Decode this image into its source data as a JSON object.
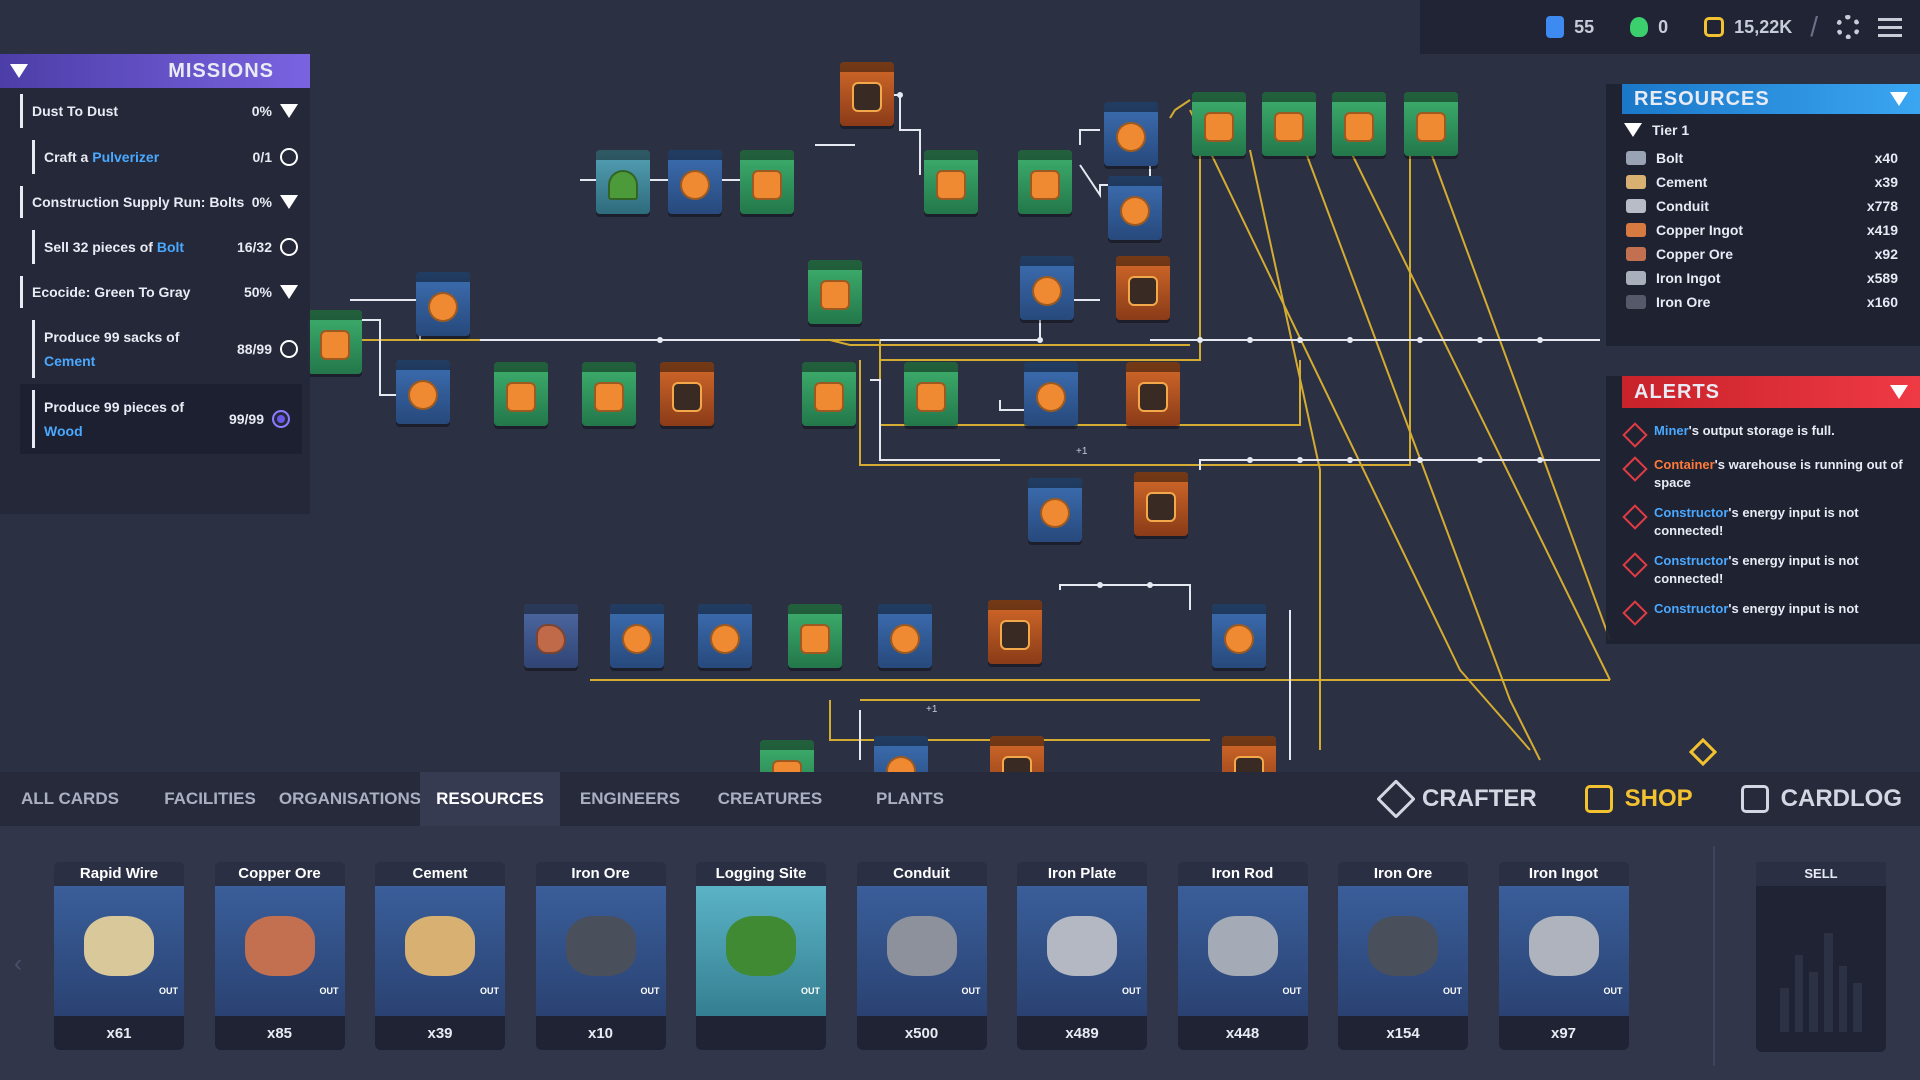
{
  "topbar": {
    "chips": "55",
    "engineers": "0",
    "coins": "15,22K",
    "icons": [
      "chip-icon",
      "person-icon",
      "coin-icon",
      "gear-icon",
      "menu-icon"
    ]
  },
  "missions": {
    "title": "MISSIONS",
    "items": [
      {
        "label": "Dust To Dust",
        "value": "0%",
        "type": "group"
      },
      {
        "label_pre": "Craft a ",
        "label_hl": "Pulverizer",
        "value": "0/1",
        "type": "task"
      },
      {
        "label": "Construction Supply Run: Bolts",
        "value": "0%",
        "type": "group"
      },
      {
        "label_pre": "Sell 32 pieces of ",
        "label_hl": "Bolt",
        "value": "16/32",
        "type": "task"
      },
      {
        "label": "Ecocide: Green To Gray",
        "value": "50%",
        "type": "group"
      },
      {
        "label_pre": "Produce 99 sacks of ",
        "label_hl": "Cement",
        "value": "88/99",
        "type": "task"
      },
      {
        "label_pre": "Produce 99 pieces of ",
        "label_hl": "Wood",
        "value": "99/99",
        "type": "task-done"
      }
    ]
  },
  "resources": {
    "title": "RESOURCES",
    "tier": "Tier 1",
    "items": [
      {
        "name": "Bolt",
        "count": "x40",
        "color": "#9aa3b3"
      },
      {
        "name": "Cement",
        "count": "x39",
        "color": "#d8b071"
      },
      {
        "name": "Conduit",
        "count": "x778",
        "color": "#b8bcc6"
      },
      {
        "name": "Copper Ingot",
        "count": "x419",
        "color": "#d67a42"
      },
      {
        "name": "Copper Ore",
        "count": "x92",
        "color": "#c2704f"
      },
      {
        "name": "Iron Ingot",
        "count": "x589",
        "color": "#a9b0bc"
      },
      {
        "name": "Iron Ore",
        "count": "x160",
        "color": "#55596a"
      }
    ]
  },
  "alerts": {
    "title": "ALERTS",
    "items": [
      {
        "subject": "Miner",
        "text": "'s output storage is full.",
        "subject_class": "hl"
      },
      {
        "subject": "Container",
        "text": "'s warehouse is running out of space",
        "subject_class": "orng"
      },
      {
        "subject": "Constructor",
        "text": "'s energy input is not connected!",
        "subject_class": "hl"
      },
      {
        "subject": "Constructor",
        "text": "'s energy input is not connected!",
        "subject_class": "hl"
      },
      {
        "subject": "Constructor",
        "text": "'s energy input is not",
        "subject_class": "hl"
      }
    ]
  },
  "tabs": [
    "ALL CARDS",
    "FACILITIES",
    "ORGANISATIONS",
    "RESOURCES",
    "ENGINEERS",
    "CREATURES",
    "PLANTS"
  ],
  "selected_tab": "RESOURCES",
  "actions": {
    "crafter": "CRAFTER",
    "shop": "SHOP",
    "cardlog": "CARDLOG"
  },
  "cards": [
    {
      "title": "Rapid Wire",
      "qty": "x61",
      "out": "OUT",
      "color": "#d9c99a"
    },
    {
      "title": "Copper Ore",
      "qty": "x85",
      "out": "OUT",
      "color": "#c2704f"
    },
    {
      "title": "Cement",
      "qty": "x39",
      "out": "OUT",
      "color": "#d8b071"
    },
    {
      "title": "Iron Ore",
      "qty": "x10",
      "out": "OUT",
      "color": "#4a4f5c"
    },
    {
      "title": "Logging Site",
      "qty": "",
      "out": "OUT",
      "color": "#3f8a32"
    },
    {
      "title": "Conduit",
      "qty": "x500",
      "out": "OUT",
      "color": "#8c919c"
    },
    {
      "title": "Iron Plate",
      "qty": "x489",
      "out": "OUT",
      "color": "#b3b8c2"
    },
    {
      "title": "Iron Rod",
      "qty": "x448",
      "out": "OUT",
      "color": "#a5abb6"
    },
    {
      "title": "Iron Ore",
      "qty": "x154",
      "out": "OUT",
      "color": "#4a4f5c"
    },
    {
      "title": "Iron Ingot",
      "qty": "x97",
      "out": "OUT",
      "color": "#aeb3bd"
    }
  ],
  "sell_label": "SELL",
  "board": {
    "floating_labels": [
      "+1",
      "+1"
    ]
  }
}
